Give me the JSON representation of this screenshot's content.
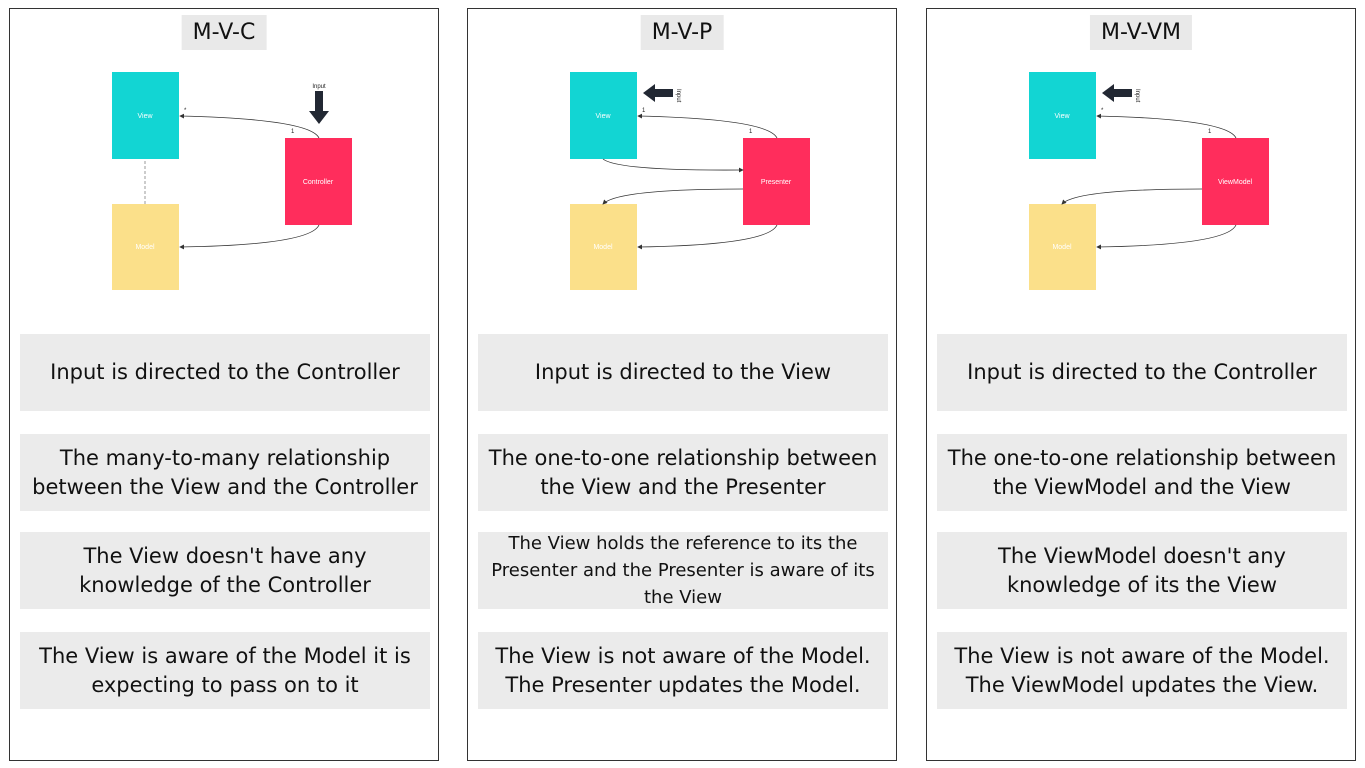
{
  "colors": {
    "view": "#12d5d3",
    "controller": "#ff2d5c",
    "model": "#fbe08a",
    "arrow": "#222833",
    "card_bg": "#ebebeb"
  },
  "panels": [
    {
      "title": "M-V-C",
      "view_label": "View",
      "middle_label": "Controller",
      "model_label": "Model",
      "input_label": "Input",
      "mult_view": "*",
      "mult_middle": "1",
      "cards": [
        "Input is directed to the Controller",
        "The many-to-many relationship between the View and the Controller",
        "The View doesn't have any knowledge of the Controller",
        "The View is aware of the Model it is expecting to pass on to it"
      ]
    },
    {
      "title": "M-V-P",
      "view_label": "View",
      "middle_label": "Presenter",
      "model_label": "Model",
      "input_label": "Input",
      "mult_view": "1",
      "mult_middle": "1",
      "cards": [
        "Input is directed to the View",
        "The one-to-one relationship between the View and the Presenter",
        "The View holds the reference to its the Presenter and the Presenter is aware of its the View",
        "The View is not aware of the Model. The Presenter updates the Model."
      ]
    },
    {
      "title": "M-V-VM",
      "view_label": "View",
      "middle_label": "ViewModel",
      "model_label": "Model",
      "input_label": "Input",
      "mult_view": "*",
      "mult_middle": "1",
      "cards": [
        "Input is directed to the Controller",
        "The one-to-one relationship between the ViewModel and the View",
        "The ViewModel doesn't any knowledge of its the View",
        "The View is not aware of the Model. The ViewModel updates the View."
      ]
    }
  ]
}
